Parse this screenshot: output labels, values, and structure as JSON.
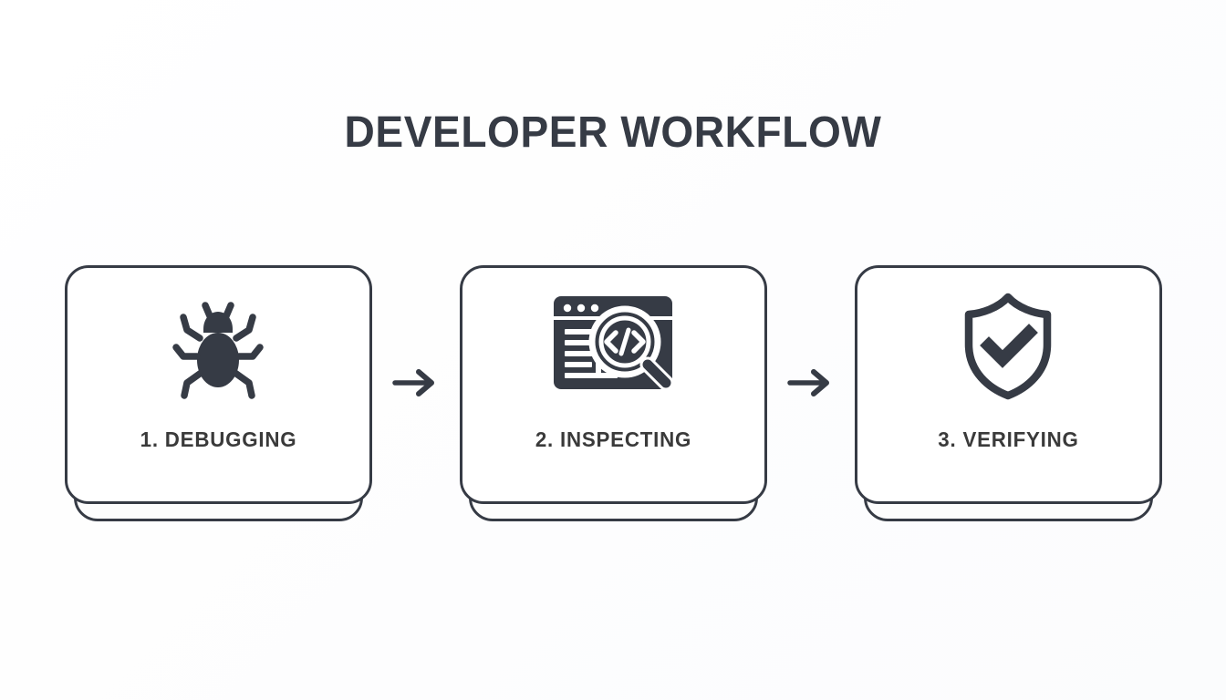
{
  "slide": {
    "title": "DEVELOPER WORKFLOW",
    "background_color": "#fdfdfd",
    "accent_color": "#363b45",
    "label_color": "#3a3a3a"
  },
  "steps": [
    {
      "label": "1. DEBUGGING",
      "icon": "bug-icon",
      "number": "1",
      "name": "DEBUGGING"
    },
    {
      "label": "2. INSPECTING",
      "icon": "code-inspect-icon",
      "number": "2",
      "name": "INSPECTING"
    },
    {
      "label": "3. VERIFYING",
      "icon": "shield-check-icon",
      "number": "3",
      "name": "VERIFYING"
    }
  ],
  "connectors": [
    {
      "icon": "arrow-right-icon"
    },
    {
      "icon": "arrow-right-icon"
    }
  ]
}
